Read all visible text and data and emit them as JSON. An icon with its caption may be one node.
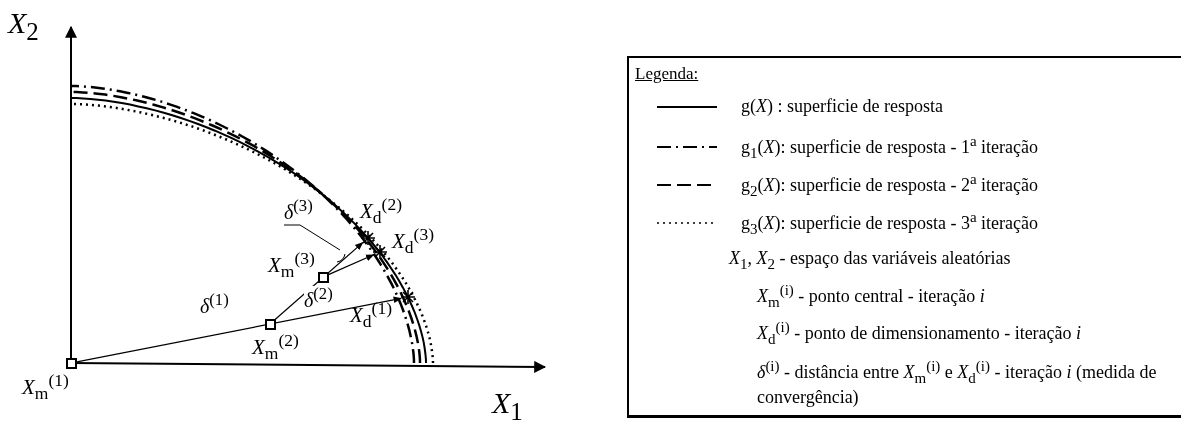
{
  "diagram": {
    "nodes": [
      {
        "text": [],
        "shape": "box",
        "beside": [
          "*X*$_{m}$$^{(1)}$"
        ]
      },
      {
        "text": [],
        "shape": "box",
        "beside": [
          "*X*$_{m}$$^{(2)}$"
        ]
      },
      {
        "text": [],
        "shape": "box",
        "beside": [
          "*X*$_{m}$$^{(3)}$"
        ]
      },
      {
        "text": [],
        "shape": "star",
        "beside": [
          "*X*$_{d}$$^{(1)}$"
        ]
      },
      {
        "text": [],
        "shape": "star",
        "beside": [
          "*X*$_{d}$$^{(2)}$"
        ]
      },
      {
        "text": [],
        "shape": "star",
        "beside": [
          "*X*$_{d}$$^{(3)}$"
        ]
      }
    ],
    "edges": [
      {
        "from": 0,
        "to": 3,
        "arrow": "to",
        "label": "*δ*$^{(1)}$"
      },
      {
        "from": 1,
        "to": 4,
        "arrow": "to",
        "label": "*δ*$^{(2)}$"
      },
      {
        "from": 2,
        "to": 5,
        "arrow": "to",
        "label": "*δ*$^{(3)}$"
      }
    ],
    "labels": [
      "*X*$_{2}$",
      "*X*$_{1}$",
      "Legenda:",
      "*X*$_{1}$, *X*$_{2}$ - espaço das variáveis aleatórias",
      "*X*$_{m}$$^{(i)}$ - ponto central - iteração *i*",
      "*X*$_{d}$$^{(i)}$ - ponto de dimensionamento - iteração *i*",
      "*δ*$^{(i)}$ - distância entre *X*$_{m}$$^{(i)}$ e *X*$_{d}$$^{(i)}$ - iteração *i* (medida de convergência)"
    ],
    "legend": [
      {
        "text": "g(*X*) : superficie de resposta"
      },
      {
        "text": "g$_{1}$(*X*): superficie de resposta - 1$^{a}$ iteração"
      },
      {
        "text": "g$_{2}$(*X*): superficie de resposta - 2$^{a}$ iteração"
      },
      {
        "text": "g$_{3}$(*X*): superficie de resposta - 3$^{a}$ iteração"
      }
    ]
  }
}
